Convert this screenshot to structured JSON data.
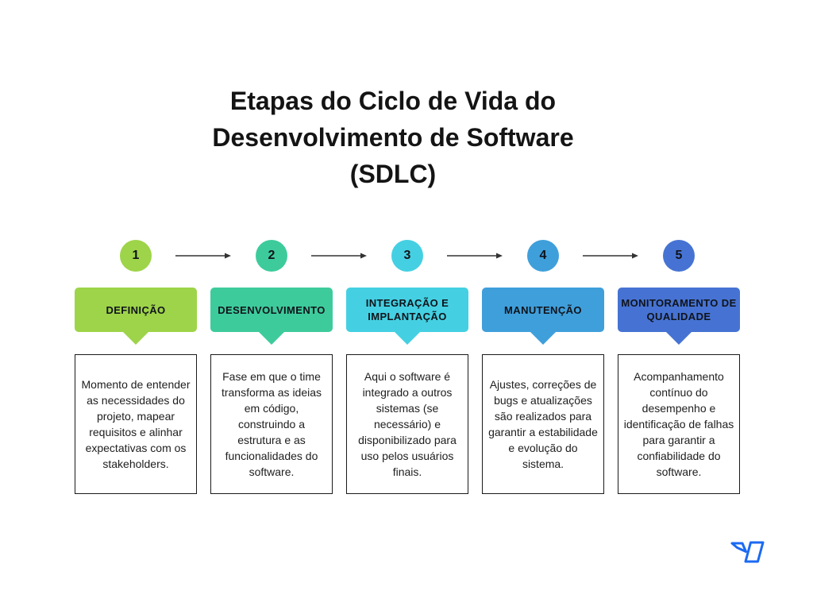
{
  "title": {
    "lines": [
      "Etapas do Ciclo de Vida do",
      "Desenvolvimento de Software",
      "(SDLC)"
    ]
  },
  "steps": [
    {
      "number": "1",
      "label": "DEFINIÇÃO",
      "description": "Momento de entender as necessidades do projeto, mapear requisitos e alinhar expectativas com os stakeholders.",
      "color": "#9ed449"
    },
    {
      "number": "2",
      "label": "DESENVOLVIMENTO",
      "description": "Fase em que o time transforma as ideias em código, construindo a estrutura e as funcionalidades do software.",
      "color": "#3ecb9c"
    },
    {
      "number": "3",
      "label": "INTEGRAÇÃO E IMPLANTAÇÃO",
      "description": "Aqui o software é integrado a outros sistemas (se necessário) e disponibilizado para uso pelos usuários finais.",
      "color": "#44d0e2"
    },
    {
      "number": "4",
      "label": "MANUTENÇÃO",
      "description": "Ajustes, correções de bugs e atualizações são realizados para garantir a estabilidade e evolução do sistema.",
      "color": "#3f9fdb"
    },
    {
      "number": "5",
      "label": "MONITORAMENTO DE QUALIDADE",
      "description": "Acompanhamento contínuo do desempenho e identificação de falhas para garantir a confiabilidade do software.",
      "color": "#4673d3"
    }
  ],
  "arrows": {
    "color": "#333333"
  },
  "logo": {
    "color": "#1b6af2"
  },
  "background": "#ffffff"
}
